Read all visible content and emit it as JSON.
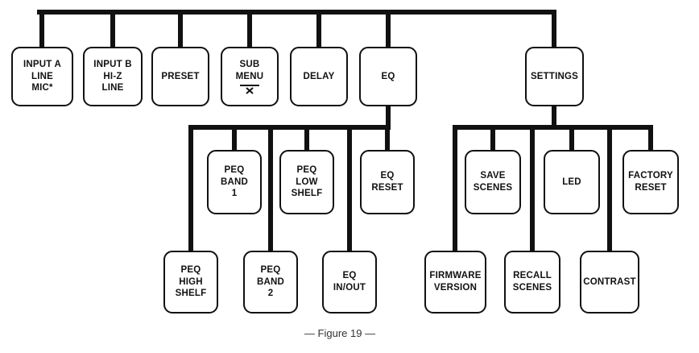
{
  "figure": {
    "caption": "— Figure 19 —"
  },
  "nodes": {
    "input_a": "INPUT A\nLINE\nMIC*",
    "input_b": "INPUT B\nHI-Z\nLINE",
    "preset": "PRESET",
    "sub_menu": "SUB\nMENU",
    "delay": "DELAY",
    "eq": "EQ",
    "settings": "SETTINGS",
    "peq_band_1": "PEQ\nBAND\n1",
    "peq_low_shelf": "PEQ\nLOW\nSHELF",
    "eq_reset": "EQ\nRESET",
    "peq_high_shelf": "PEQ\nHIGH\nSHELF",
    "peq_band_2": "PEQ\nBAND\n2",
    "eq_in_out": "EQ\nIN/OUT",
    "save_scenes": "SAVE\nSCENES",
    "led": "LED",
    "factory_reset": "FACTORY\nRESET",
    "firmware_version": "FIRMWARE\nVERSION",
    "recall_scenes": "RECALL\nSCENES",
    "contrast": "CONTRAST"
  },
  "colors": {
    "line": "#111111",
    "text": "#111111",
    "background": "#ffffff"
  }
}
